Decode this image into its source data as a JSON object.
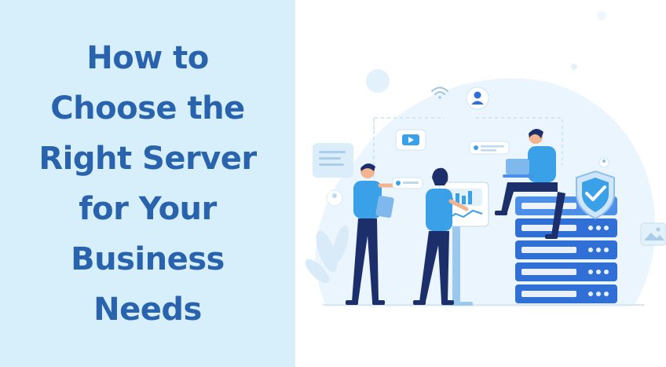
{
  "headline": {
    "lines": [
      "How to",
      "Choose the",
      "Right Server",
      "for Your",
      "Business",
      "Needs"
    ]
  },
  "colors": {
    "panel_background": "#d7effb",
    "headline_text": "#2a63ad",
    "accent_blue": "#3aa0e8",
    "navy": "#1d2f6b",
    "server_blue": "#2f6fd6"
  },
  "illustration": {
    "icons": [
      "wifi-icon",
      "user-icon",
      "play-icon",
      "shield-check-icon",
      "image-icon",
      "chart-icon",
      "laptop-icon"
    ]
  }
}
